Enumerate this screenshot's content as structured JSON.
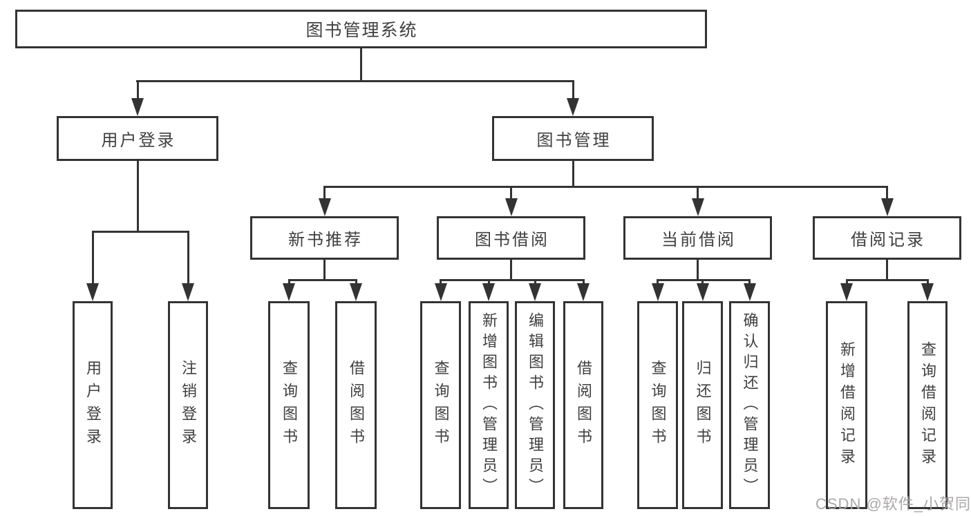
{
  "title": "图书管理系统",
  "branches": {
    "user_login": {
      "label": "用户登录",
      "children": {
        "login": "用户登录",
        "logout": "注销登录"
      }
    },
    "book_mgmt": {
      "label": "图书管理",
      "children": {
        "new_book_rec": {
          "label": "新书推荐",
          "children": {
            "query": "查询图书",
            "borrow": "借阅图书"
          }
        },
        "book_borrow": {
          "label": "图书借阅",
          "children": {
            "query": "查询图书",
            "add": "新增图书（管理员）",
            "edit": "编辑图书（管理员）",
            "borrow": "借阅图书"
          }
        },
        "current_borrow": {
          "label": "当前借阅",
          "children": {
            "query": "查询图书",
            "return": "归还图书",
            "confirm": "确认归还（管理员）"
          }
        },
        "borrow_record": {
          "label": "借阅记录",
          "children": {
            "add": "新增借阅记录",
            "query": "查询借阅记录"
          }
        }
      }
    }
  },
  "watermark": "CSDN @软件_小贺同学",
  "colors": {
    "line": "#333333",
    "text": "#3f3f3f",
    "watermark": "#a6a2a2",
    "background": "#ffffff"
  }
}
